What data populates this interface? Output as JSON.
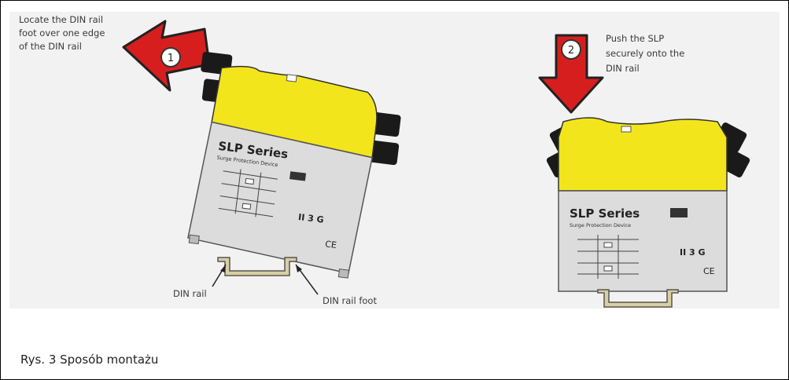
{
  "step1": {
    "number": "1",
    "instruction": [
      "Locate the DIN rail",
      "foot over one edge",
      "of the DIN rail"
    ]
  },
  "step2": {
    "number": "2",
    "instruction": [
      "Push the SLP",
      "securely onto the",
      "DIN rail"
    ]
  },
  "device": {
    "series": "SLP Series",
    "subtitle": "Surge Protection Device",
    "hazard_mark": "II 3 G",
    "ce_mark": "CE"
  },
  "callouts": {
    "din_rail": "DIN rail",
    "din_rail_foot": "DIN rail foot"
  },
  "caption": "Rys. 3 Sposób montażu",
  "colors": {
    "arrow_red": "#d71e1e",
    "housing_yellow": "#f3e51c",
    "body_grey": "#dcdcdc",
    "terminal_black": "#1a1a1a",
    "rail_tan": "#d9cfa0"
  }
}
